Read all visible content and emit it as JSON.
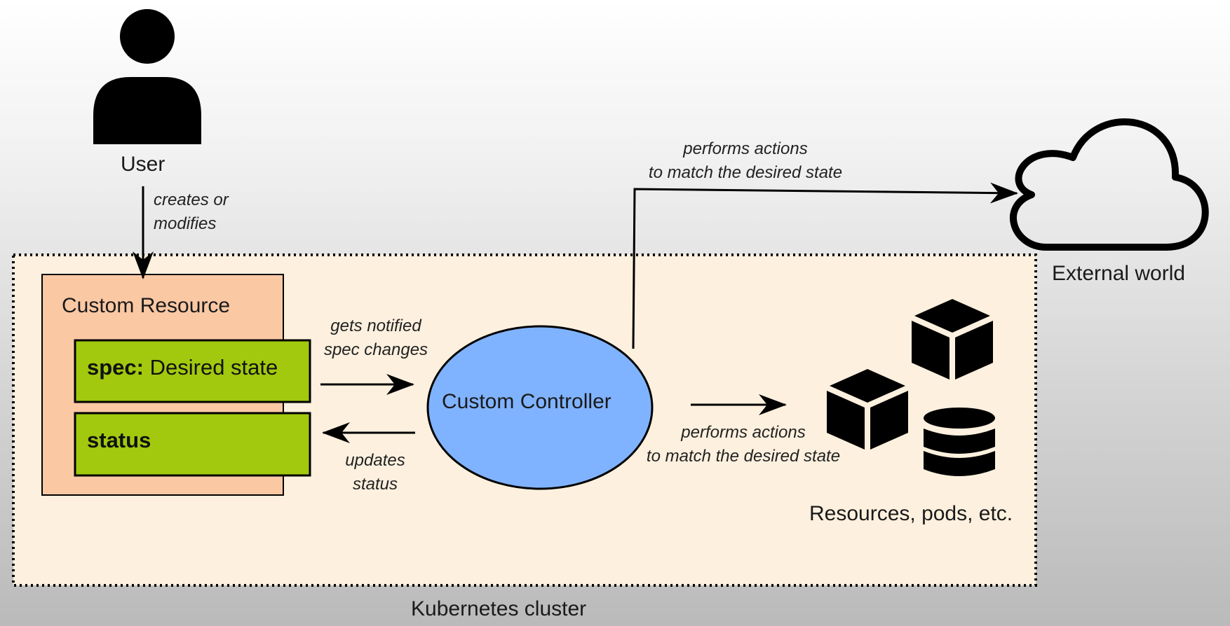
{
  "user": {
    "label": "User",
    "icon": "user-icon"
  },
  "arrows": {
    "creates": [
      "creates or",
      "modifies"
    ],
    "notified": [
      "gets notified",
      "spec changes"
    ],
    "updates": [
      "updates",
      "status"
    ],
    "external_actions": [
      "performs actions",
      "to match the desired state"
    ],
    "internal_actions": [
      "performs actions",
      "to match the desired state"
    ]
  },
  "custom_resource": {
    "title": "Custom Resource",
    "spec_key": "spec:",
    "spec_value": "Desired state",
    "status": "status"
  },
  "controller": {
    "label": "Custom Controller"
  },
  "external": {
    "label": "External world",
    "icon": "cloud-icon"
  },
  "resources": {
    "label": "Resources, pods, etc.",
    "icons": [
      "cube-icon",
      "cube-icon",
      "database-icon"
    ]
  },
  "cluster": {
    "label": "Kubernetes cluster"
  },
  "colors": {
    "cluster_fill": "#fdf0de",
    "resource_fill": "#fbc8a4",
    "field_fill": "#a2c90e",
    "controller_fill": "#80b3ff"
  }
}
